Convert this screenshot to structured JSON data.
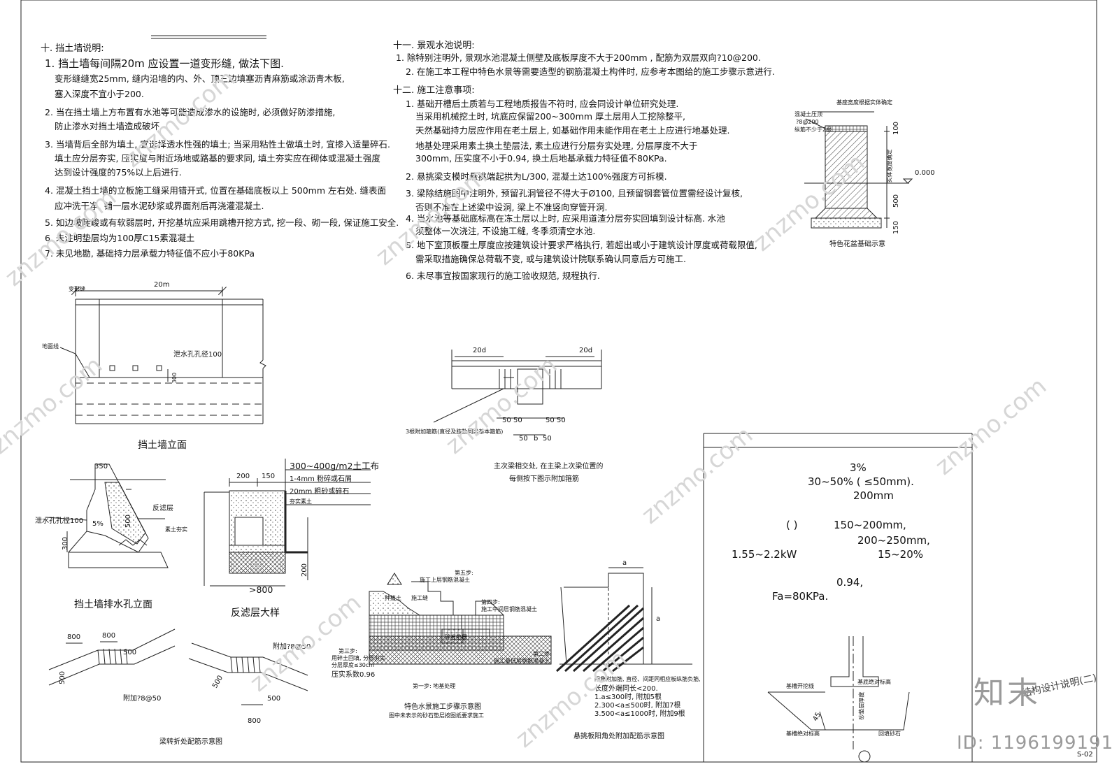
{
  "sec10": {
    "title": "十. 挡土墙说明:",
    "items": [
      "1. 挡土墙每间隔20m 应设置一道变形缝, 做法下图.",
      "变形缝缝宽25mm, 缝内沿墙的内、外、顶三边填塞沥青麻筋或涂沥青木板,",
      "塞入深度不宜小于200.",
      "2. 当在挡土墙上方布置有水池等可能造成渗水的设施时, 必须做好防渗措施,",
      "防止渗水对挡土墙造成破坏.",
      "3. 当墙背后全部为填土, 宜选择透水性强的填土; 当采用粘性土做填土时, 宜掺入适量碎石.",
      "填土应分层夯实, 压实度与附近场地或路基的要求同, 填土夯实应在砌体或混凝土强度",
      "达到设计强度的75%以上后进行.",
      "4. 混凝土挡土墙的立板施工缝采用错开式, 位置在基础底板以上 500mm 左右处. 缝表面",
      "应冲洗干净, 铺一层水泥砂浆或界面剂后再浇灌混凝土.",
      "5. 如边坡陡峻或有软弱层时, 开挖基坑应采用跳槽开挖方式, 挖一段、砌一段, 保证施工安全.",
      "6. 未注明垫层均为100厚C15素混凝土",
      "7. 未见地勘, 基础持力层承载力特征值不应小于80KPa"
    ]
  },
  "sec11": {
    "title": "十一. 景观水池说明:",
    "items": [
      "1. 除特别注明外, 景观水池混凝土侧壁及底板厚度不大于200mm , 配筋为双层双向?10@200.",
      "2. 在施工本工程中特色水景等需要造型的钢筋混凝土构件时, 应参考本图给的施工步骤示意进行."
    ]
  },
  "sec12": {
    "title": "十二. 施工注意事项:",
    "items": [
      "1. 基础开槽后土质若与工程地质报告不符时, 应会同设计单位研究处理.",
      "当采用机械挖土时, 坑底应保留200~300mm 厚土层用人工挖除整平,",
      "天然基础持力层应作用在老土层上, 如基础作用未能作用在老土上应进行地基处理.",
      "地基处理采用素土换土垫层法, 素土应进行分层夯实处理, 分层厚度不大于",
      "300mm, 压实度不小于0.94, 换土后地基承载力特征值不80KPa.",
      "2. 悬挑梁支模时悬挑端起拱为L/300, 混凝土达100%强度方可拆模.",
      "3. 梁除结施图中注明外, 预留孔洞管径不得大于Ø100, 且预留钢套管位置需经设计复核,",
      "否则不准在上述梁中设洞, 梁上不准竖向穿管开洞.",
      "4. 当水池等基础底标高在冻土层以上时, 应采用道渣分层夯实回填到设计标高. 水池",
      "须整体一次浇注, 不设施工缝, 冬季须清空水池.",
      "5. 地下室顶板覆土厚度应按建筑设计要求严格执行, 若超出或小于建筑设计厚度或荷载限值,",
      "需采取措施确保总荷载不变, 或与建筑设计院联系确认同意后方可施工.",
      "6. 未尽事宜按国家现行的施工验收规范, 规程执行."
    ]
  },
  "planter": {
    "top_label": "基座宽度根据实体确定",
    "label1": "混凝土压顶",
    "label2": "?8@200",
    "label3": "纵筋不少于2根",
    "side_label": "实体宽度确定",
    "dim_100": "100",
    "dim_500": "500",
    "dim_150": "150",
    "level": "0.000",
    "caption": "特色花盆基础示意"
  },
  "elevation": {
    "span": "20m",
    "joint": "变形缝",
    "ground": "地面线",
    "hole": "泄水孔孔径100",
    "dim": "300",
    "caption": "挡土墙立面"
  },
  "drain": {
    "top": "350",
    "hole": "泄水孔孔径100",
    "filter": "反滤层",
    "slope": "5%",
    "h500": "500",
    "soil": "素土夯实",
    "h300": "300",
    "caption": "挡土墙排水孔立面"
  },
  "filter": {
    "d200": "200",
    "d150": "150",
    "l1": "300~400g/m2土工布",
    "l2": "1-4mm 粉碎或石屑",
    "l3": "20mm 粗砂或碎石",
    "l4": "夯实素土",
    "h200": "200",
    "w800": ">800",
    "caption": "反滤层大样"
  },
  "beam": {
    "l20d_a": "20d",
    "l20d_b": "20d",
    "d50_1": "50",
    "d50_2": "50",
    "d50_3": "50",
    "d50_4": "50",
    "d50_5": "50",
    "db": "b",
    "d50_6": "50",
    "rebar": "3根附加箍筋(直径及肢数同梁基本箍筋)",
    "cap1": "主次梁相交处, 在主梁上次梁位置的",
    "cap2": "每侧按下图示附加箍筋"
  },
  "bend": {
    "d800a": "800",
    "d800b": "800",
    "d500a": "500",
    "d500b": "500",
    "add1": "附加?8@50",
    "add2": "附加?8@50",
    "d500c": "500",
    "d500d": "500",
    "d800c": "800",
    "caption": "梁转折处配筋示意图"
  },
  "steps": {
    "s5": "第五步:",
    "s5t": "施工上层钢筋混凝土",
    "s4": "第四步:",
    "s4t": "施工中间层钢筋混凝土",
    "pit": "种植土",
    "step": "施工缝",
    "gravel": "碎石垫层",
    "s3": "第三步:",
    "s3t1": "用碎土回填, 分层夯实",
    "s3t2": "分层厚度≤30cm",
    "s3t3": "压实系数0.96",
    "s2": "第二步:",
    "s2t": "施工最低层钢筋混凝土",
    "s1": "第一步: 地基处理",
    "caption": "特色水景施工步骤示意图",
    "sub": "图中未表示的砂石垫层按图纸要求施工"
  },
  "corner": {
    "a_top": "a",
    "a_side": "a",
    "n1": "阳角附加筋, 直径、间距同相应板纵筋负筋,",
    "n2": "长度外端同长<200.",
    "n3": "1.a≤300时, 附加5根",
    "n4": "2.300<a≤500时, 附加7根",
    "n5": "3.500<a≤1000时, 附加9根",
    "caption": "悬挑板阳角处附加配筋示意图"
  },
  "panel": {
    "l1": "3%",
    "l2": "30~50% (       ≤50mm).",
    "l3": "200mm",
    "l4a": "(      )",
    "l4b": "150~200mm,",
    "l5": "200~250mm,",
    "l6a": "1.55~2.2kW",
    "l6b": "15~20%",
    "l7": "0.94,",
    "l8": "Fa=80KPa.",
    "pile_l1": "基槽开挖线",
    "pile_l2": "基底绝对标高",
    "pile_dim": "砂垫层厚度",
    "pile_a": "45",
    "pile_l3": "基槽绝对标高",
    "pile_l4": "回填砂石"
  },
  "title_block": {
    "title": "结构设计说明(二)",
    "sheet": "S-02"
  },
  "watermark": {
    "text": "znzmo.com",
    "logo": "知末",
    "id": "ID: 1196199191"
  }
}
